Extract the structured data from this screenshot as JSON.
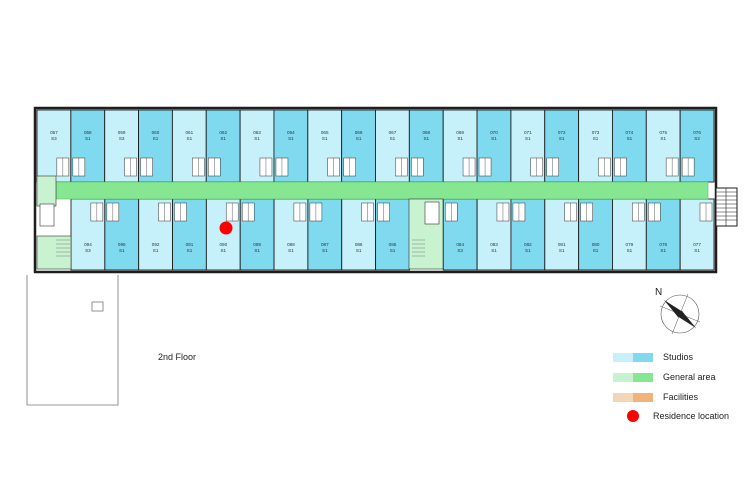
{
  "floor_label": "2nd Floor",
  "compass_label": "N",
  "rooms_top": [
    {
      "num": "057",
      "type": "S3"
    },
    {
      "num": "058",
      "type": "S1"
    },
    {
      "num": "059",
      "type": "S3"
    },
    {
      "num": "060",
      "type": "S1"
    },
    {
      "num": "061",
      "type": "S1"
    },
    {
      "num": "062",
      "type": "S1"
    },
    {
      "num": "063",
      "type": "S1"
    },
    {
      "num": "064",
      "type": "S1"
    },
    {
      "num": "065",
      "type": "S1"
    },
    {
      "num": "066",
      "type": "S1"
    },
    {
      "num": "067",
      "type": "S1"
    },
    {
      "num": "068",
      "type": "S1"
    },
    {
      "num": "069",
      "type": "S1"
    },
    {
      "num": "070",
      "type": "S1"
    },
    {
      "num": "071",
      "type": "S1"
    },
    {
      "num": "072",
      "type": "S1"
    },
    {
      "num": "073",
      "type": "S1"
    },
    {
      "num": "074",
      "type": "S1"
    },
    {
      "num": "075",
      "type": "S1"
    },
    {
      "num": "076",
      "type": "S2"
    }
  ],
  "rooms_bottom": [
    {
      "num": "094",
      "type": "S3"
    },
    {
      "num": "095",
      "type": "S1"
    },
    {
      "num": "092",
      "type": "S1"
    },
    {
      "num": "091",
      "type": "S1"
    },
    {
      "num": "090",
      "type": "S1"
    },
    {
      "num": "089",
      "type": "S1"
    },
    {
      "num": "088",
      "type": "S1"
    },
    {
      "num": "087",
      "type": "S1"
    },
    {
      "num": "086",
      "type": "S1"
    },
    {
      "num": "085",
      "type": "S1"
    },
    {
      "num": "084",
      "type": "S3"
    },
    {
      "num": "083",
      "type": "S1"
    },
    {
      "num": "082",
      "type": "S1"
    },
    {
      "num": "081",
      "type": "S1"
    },
    {
      "num": "080",
      "type": "S1"
    },
    {
      "num": "079",
      "type": "S1"
    },
    {
      "num": "078",
      "type": "S1"
    },
    {
      "num": "077",
      "type": "S1"
    }
  ],
  "residence_room": "090",
  "legend": [
    {
      "label": "Studios",
      "colors": [
        "#c6f1fb",
        "#7fd9ef"
      ]
    },
    {
      "label": "General area",
      "colors": [
        "#c9f3d0",
        "#86e692"
      ]
    },
    {
      "label": "Facilities",
      "colors": [
        "#f2d6b8",
        "#f2b37a"
      ]
    },
    {
      "label": "Residence location",
      "colors": [
        "#ff0000"
      ]
    }
  ],
  "colors": {
    "studio_light": "#c6f1fb",
    "studio_dark": "#7fd9ef",
    "general_light": "#c9f3d0",
    "general_dark": "#86e692",
    "wall": "#1e1e1e",
    "residence": "#ff0000"
  }
}
